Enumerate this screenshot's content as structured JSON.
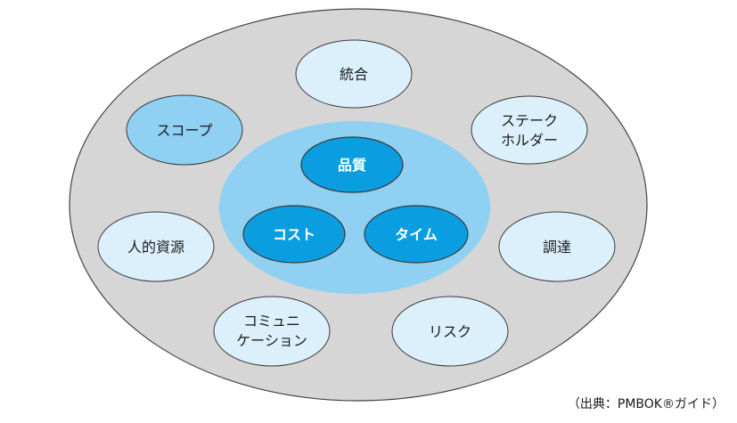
{
  "diagram": {
    "outer_fill": "#d6d6d6",
    "outer_stroke": "#444444",
    "inner_fill": "#8fd0f3",
    "core_fill": "#0a9ee0",
    "core_stroke": "#3a3a3a",
    "knowledge_area_fill": "#dcf0fb",
    "highlight_fill": "#8fd0f3",
    "core": {
      "quality": "品質",
      "cost": "コスト",
      "time": "タイム"
    },
    "areas": {
      "integration": "統合",
      "stakeholder_line1": "ステーク",
      "stakeholder_line2": "ホルダー",
      "scope": "スコープ",
      "human_resources": "人的資源",
      "procurement": "調達",
      "communication_line1": "コミュニ",
      "communication_line2": "ケーション",
      "risk": "リスク"
    }
  },
  "caption": {
    "text": "（出典：PMBOK®ガイド）"
  }
}
